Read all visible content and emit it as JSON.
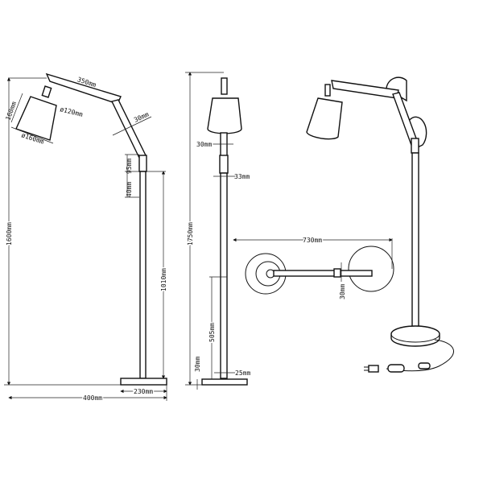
{
  "side_view": {
    "arm_length": "350mm",
    "shade_top_diameter": "ø120mm",
    "shade_height": "160mm",
    "shade_bottom_diameter": "ø160mm",
    "arm_width": "30mm",
    "joint_height": "95mm",
    "joint_offset": "40mm",
    "total_height": "1600mm",
    "pole_height": "1010mm",
    "total_width": "400mm",
    "base_width": "230mm"
  },
  "front_view": {
    "total_height": "1750mm",
    "arm_width": "30mm",
    "joint_width": "33mm",
    "lower_pole_height": "505mm",
    "base_height": "30mm",
    "pole_width": "25mm"
  },
  "top_view": {
    "total_length": "730mm",
    "arm_width": "30mm"
  }
}
